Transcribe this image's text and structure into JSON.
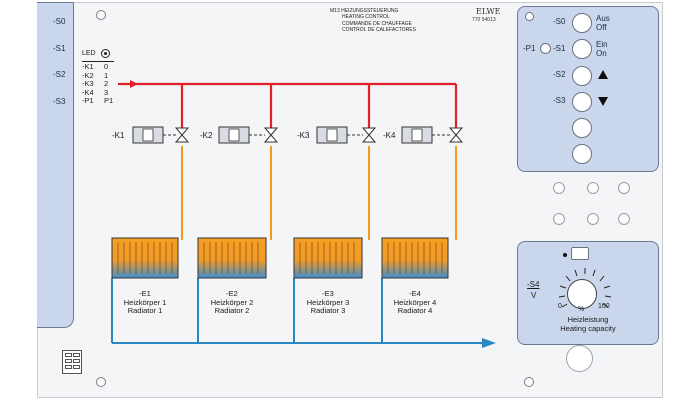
{
  "left_switches": [
    "-S0",
    "-S1",
    "-S2",
    "-S3"
  ],
  "title": {
    "line1": "M13 HEIZUNGSSTEUERUNG",
    "line2": "HEATING CONTROL",
    "line3": "COMMANDE DE CHAUFFAGE",
    "line4": "CONTROL DE CALEFACTORES"
  },
  "brand": "ELWE",
  "doc_number": "770 54013",
  "led_table": {
    "header": "LED",
    "rows": [
      {
        "name": "-K1",
        "value": "0"
      },
      {
        "name": "-K2",
        "value": "1"
      },
      {
        "name": "-K3",
        "value": "2"
      },
      {
        "name": "-K4",
        "value": "3"
      },
      {
        "name": "-P1",
        "value": "P1"
      }
    ]
  },
  "valves": [
    "-K1",
    "-K2",
    "-K3",
    "-K4"
  ],
  "radiators": [
    {
      "id": "-E1",
      "de": "Heizkörper 1",
      "en": "Radiator 1"
    },
    {
      "id": "-E2",
      "de": "Heizkörper 2",
      "en": "Radiator 2"
    },
    {
      "id": "-E3",
      "de": "Heizkörper 3",
      "en": "Radiator 3"
    },
    {
      "id": "-E4",
      "de": "Heizkörper 4",
      "en": "Radiator 4"
    }
  ],
  "control_panel": {
    "p1_label": "-P1",
    "s0_label": "-S0",
    "s0_word1": "Aus",
    "s0_word2": "Off",
    "s1_label": "-S1",
    "s1_word1": "Ein",
    "s1_word2": "On",
    "s2_label": "-S2",
    "s3_label": "-S3"
  },
  "capacity": {
    "switch_top": "-S4",
    "switch_bot": "V",
    "scale_min": "0",
    "scale_unit": "%",
    "scale_max": "100",
    "label_de": "Heizleistung",
    "label_en": "Heating capacity"
  },
  "colors": {
    "supply_pipe": "#e01f26",
    "return_pipe": "#2b86c5",
    "riser": "#f39a1e",
    "panel_blue": "#c9d6ec"
  }
}
